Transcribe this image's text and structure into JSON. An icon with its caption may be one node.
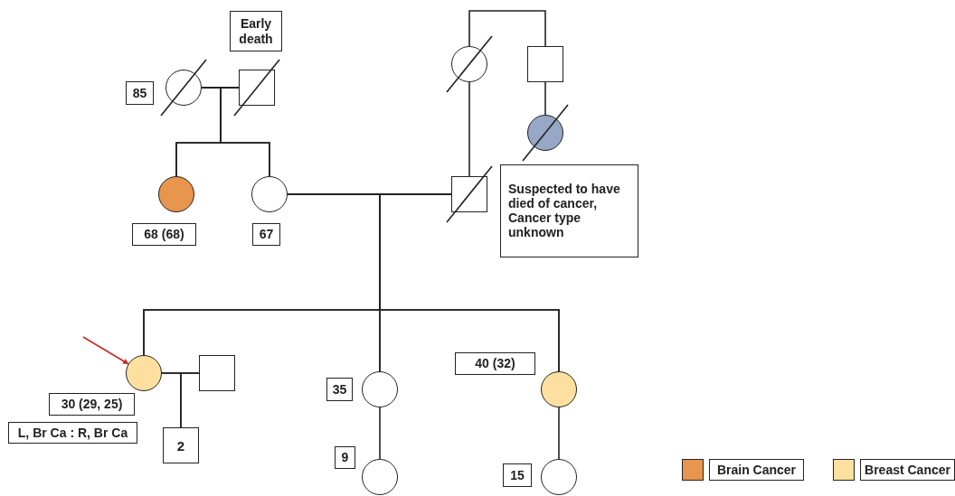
{
  "diagram": {
    "nodes": [
      {
        "text": [],
        "shape": "circle",
        "beside": [
          "85"
        ]
      },
      {
        "text": [],
        "shape": "box",
        "beside": [
          "Early death"
        ]
      },
      {
        "text": [],
        "shape": "circle"
      },
      {
        "text": [],
        "shape": "box"
      },
      {
        "text": [],
        "shape": "circle"
      },
      {
        "text": [],
        "shape": "circle",
        "beside": [
          "68 (68)"
        ]
      },
      {
        "text": [],
        "shape": "circle",
        "beside": [
          "67"
        ]
      },
      {
        "text": [],
        "shape": "box",
        "beside": [
          "Suspected to have died of cancer, Cancer type unknown"
        ]
      },
      {
        "text": [],
        "shape": "circle",
        "beside": [
          "30 (29, 25)",
          "L, Br Ca : R, Br Ca"
        ]
      },
      {
        "text": [],
        "shape": "box"
      },
      {
        "text": [
          "2"
        ]
      },
      {
        "text": [],
        "shape": "circle",
        "beside": [
          "35"
        ]
      },
      {
        "text": [],
        "shape": "circle",
        "beside": [
          "40 (32)"
        ]
      },
      {
        "text": [],
        "shape": "circle",
        "beside": [
          "9"
        ]
      },
      {
        "text": [],
        "shape": "circle",
        "beside": [
          "15"
        ]
      }
    ],
    "edges": [
      {
        "from": 0,
        "to": 1,
        "arrow": "none"
      },
      {
        "from": 0,
        "to": 5,
        "arrow": "none"
      },
      {
        "from": 1,
        "to": 5,
        "arrow": "none"
      },
      {
        "from": 0,
        "to": 6,
        "arrow": "none"
      },
      {
        "from": 1,
        "to": 6,
        "arrow": "none"
      },
      {
        "from": 2,
        "to": 3,
        "arrow": "none"
      },
      {
        "from": 2,
        "to": 7,
        "arrow": "none"
      },
      {
        "from": 3,
        "to": 4,
        "arrow": "none"
      },
      {
        "from": 6,
        "to": 7,
        "arrow": "none"
      },
      {
        "from": 6,
        "to": 8,
        "arrow": "none"
      },
      {
        "from": 7,
        "to": 8,
        "arrow": "none"
      },
      {
        "from": 6,
        "to": 11,
        "arrow": "none"
      },
      {
        "from": 7,
        "to": 11,
        "arrow": "none"
      },
      {
        "from": 6,
        "to": 12,
        "arrow": "none"
      },
      {
        "from": 7,
        "to": 12,
        "arrow": "none"
      },
      {
        "from": 8,
        "to": 9,
        "arrow": "none"
      },
      {
        "from": 8,
        "to": 10,
        "arrow": "none"
      },
      {
        "from": 9,
        "to": 10,
        "arrow": "none"
      },
      {
        "from": 11,
        "to": 13,
        "arrow": "none"
      },
      {
        "from": 12,
        "to": 14,
        "arrow": "none"
      },
      {
        "from": null,
        "to": 8,
        "arrow": "to",
        "color": "#c62828"
      }
    ],
    "legend": [
      {
        "text": "Brain Cancer",
        "color": "#e8954e"
      },
      {
        "text": "Breast Cancer",
        "color": "#fde0a0"
      }
    ]
  }
}
